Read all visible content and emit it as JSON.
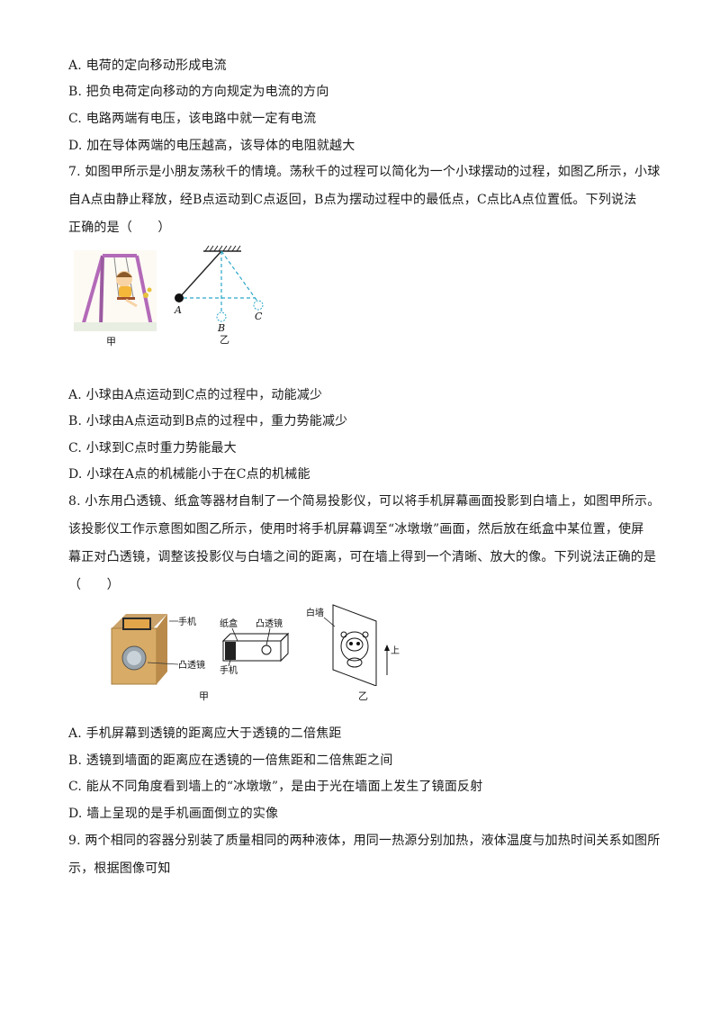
{
  "q6_options": [
    "A. 电荷的定向移动形成电流",
    "B. 把负电荷定向移动的方向规定为电流的方向",
    "C. 电路两端有电压，该电路中就一定有电流",
    "D. 加在导体两端的电压越高，该导体的电阻就越大"
  ],
  "q7": {
    "stem": [
      "7. 如图甲所示是小朋友荡秋千的情境。荡秋千的过程可以简化为一个小球摆动的过程，如图乙所示，小球",
      "自A点由静止释放，经B点运动到C点返回，B点为摆动过程中的最低点，C点比A点位置低。下列说法",
      "正确的是（　　）"
    ],
    "fig_labels": {
      "jia": "甲",
      "yi": "乙",
      "A": "A",
      "B": "B",
      "C": "C"
    },
    "options": [
      "A. 小球由A点运动到C点的过程中，动能减少",
      "B. 小球由A点运动到B点的过程中，重力势能减少",
      "C. 小球到C点时重力势能最大",
      "D. 小球在A点的机械能小于在C点的机械能"
    ]
  },
  "q8": {
    "stem": [
      "8. 小东用凸透镜、纸盒等器材自制了一个简易投影仪，可以将手机屏幕画面投影到白墙上，如图甲所示。",
      "该投影仪工作示意图如图乙所示，使用时将手机屏幕调至“冰墩墩”画面，然后放在纸盒中某位置，使屏",
      "幕正对凸透镜，调整该投影仪与白墙之间的距离，可在墙上得到一个清晰、放大的像。下列说法正确的是",
      "（　　）"
    ],
    "fig_labels": {
      "phone": "手机",
      "lens": "凸透镜",
      "jia": "甲",
      "box": "纸盒",
      "lens2": "凸透镜",
      "phone2": "手机",
      "wall": "白墙",
      "up": "上",
      "yi": "乙"
    },
    "options": [
      "A. 手机屏幕到透镜的距离应大于透镜的二倍焦距",
      "B. 透镜到墙面的距离应在透镜的一倍焦距和二倍焦距之间",
      "C. 能从不同角度看到墙上的“冰墩墩”，是由于光在墙面上发生了镜面反射",
      "D. 墙上呈现的是手机画面倒立的实像"
    ]
  },
  "q9": {
    "stem": [
      "9. 两个相同的容器分别装了质量相同的两种液体，用同一热源分别加热，液体温度与加热时间关系如图所",
      "示，根据图像可知"
    ]
  }
}
